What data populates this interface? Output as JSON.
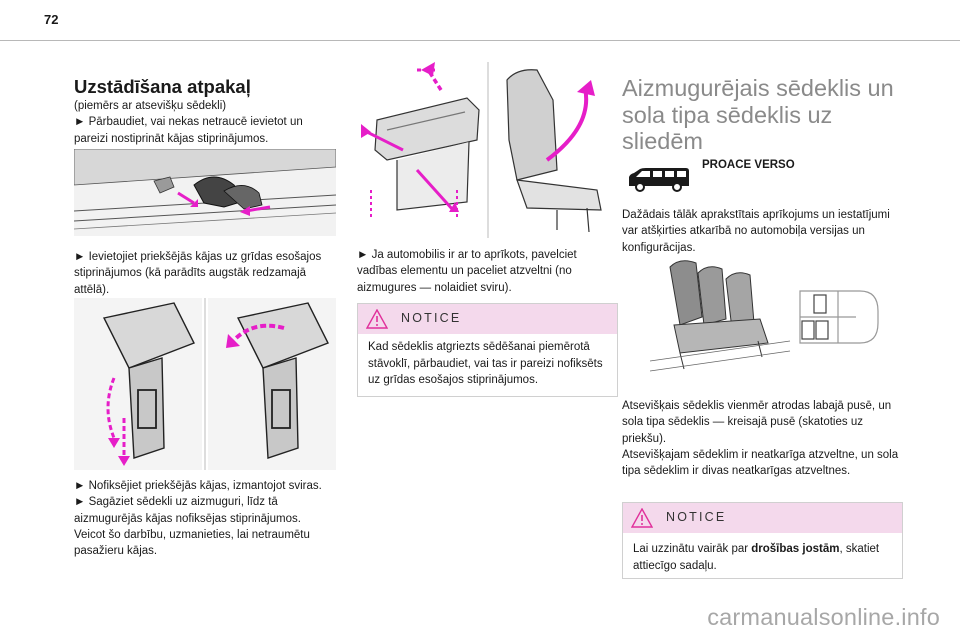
{
  "page": {
    "number": "72"
  },
  "col1": {
    "heading": "Uzstādīšana atpakaļ",
    "intro": "(piemērs ar atsevišķu sēdekli)\n► Pārbaudiet, vai nekas netraucē ievietot un pareizi nostiprināt kājas stiprinājumos.",
    "step2": "► Ievietojiet priekšējās kājas uz grīdas esošajos stiprinājumos (kā parādīts augstāk redzamajā attēlā).",
    "step3": "► Nofiksējiet priekšējās kājas, izmantojot sviras.\n► Sagāziet sēdekli uz aizmuguri, līdz tā aizmugurējās kājas nofiksējas stiprinājumos.\nVeicot šo darbību, uzmanieties, lai netraumētu pasažieru kājas."
  },
  "col2": {
    "step": "► Ja automobilis ir ar to aprīkots, pavelciet vadības elementu un paceliet atzveltni (no aizmugures — nolaidiet sviru).",
    "notice": {
      "label": "NOTICE",
      "text": "Kad sēdeklis atgriezts sēdēšanai piemērotā stāvoklī, pārbaudiet, vai tas ir pareizi nofiksēts uz grīdas esošajos stiprinājumos."
    }
  },
  "col3": {
    "title": "Aizmugurējais sēdeklis un sola tipa sēdeklis uz sliedēm",
    "model": "PROACE VERSO",
    "para1": "Dažādais tālāk aprakstītais aprīkojums un iestatījumi var atšķirties atkarībā no automobiļa versijas un konfigurācijas.",
    "para2": "Atsevišķais sēdeklis vienmēr atrodas labajā pusē, un sola tipa sēdeklis — kreisajā pusē (skatoties uz priekšu).\nAtsevišķajam sēdeklim ir neatkarīga atzveltne, un sola tipa sēdeklim ir divas neatkarīgas atzveltnes.",
    "notice": {
      "label": "NOTICE",
      "text_pre": "Lai uzzinātu vairāk par ",
      "text_bold": "drošības jostām",
      "text_post": ", skatiet attiecīgo sadaļu."
    }
  },
  "watermark": "carmanualsonline.info",
  "colors": {
    "accent": "#e61ec8",
    "notice_bg": "#f4d9ec",
    "title_gray": "#8a8a8a"
  }
}
